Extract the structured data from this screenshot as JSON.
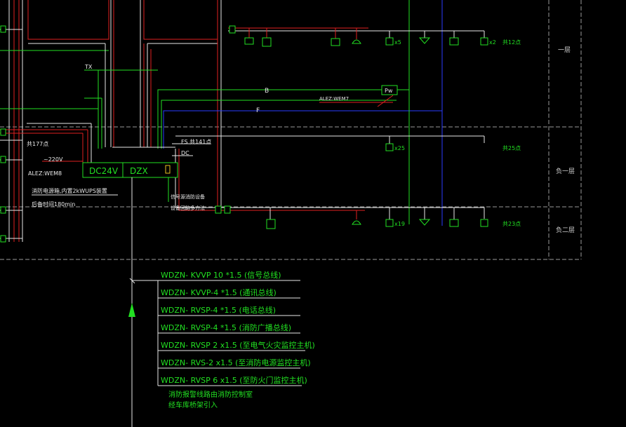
{
  "colors": {
    "background": "#000000",
    "red": "#e02020",
    "white": "#e8e8e8",
    "green": "#22e022",
    "blue": "#2a3cff",
    "gray": "#9a9a9a"
  },
  "floors": {
    "f1": "一层",
    "b1": "负一层",
    "b2": "负二层"
  },
  "top_row": {
    "count_x5": "x5",
    "count_x2": "x2",
    "total": "共12点"
  },
  "mid_row": {
    "count_x25": "x25",
    "total": "共25点"
  },
  "bottom_row": {
    "count_x19": "x19",
    "total": "共23点"
  },
  "buses": {
    "tx": "TX",
    "b": "B",
    "f": "F",
    "pw": "Pw",
    "alez_right": "ALEZ:WEM7",
    "fs": "FS 共141点",
    "dc": "DC",
    "v220": "~220V",
    "alez_left": "ALEZ:WEM8",
    "total_left": "共177点"
  },
  "cabinet": {
    "dc24v": "DC24V",
    "dzx": "DZX",
    "ups_note": "消防电源箱,内置2kWUPS装置",
    "ups_time": "后备时间180min",
    "signal_note_1": "信号源消防设备",
    "signal_note_2": "设备回路多方法"
  },
  "cables": [
    "WDZN- KVVP 10 *1.5 (信号总线)",
    "WDZN- KVVP-4 *1.5 (通讯总线)",
    "WDZN- RVSP-4 *1.5 (电话总线)",
    "WDZN- RVSP-4 *1.5 (消防广播总线)",
    "WDZN- RVSP 2 x1.5 (至电气火灾监控主机)",
    "WDZN- RVS-2 x1.5 (至消防电源监控主机)",
    "WDZN- RVSP 6 x1.5 (至防火门监控主机)"
  ],
  "footer_note": {
    "line1": "消防报警线路由消防控制室",
    "line2": "经车库桥架引入"
  }
}
